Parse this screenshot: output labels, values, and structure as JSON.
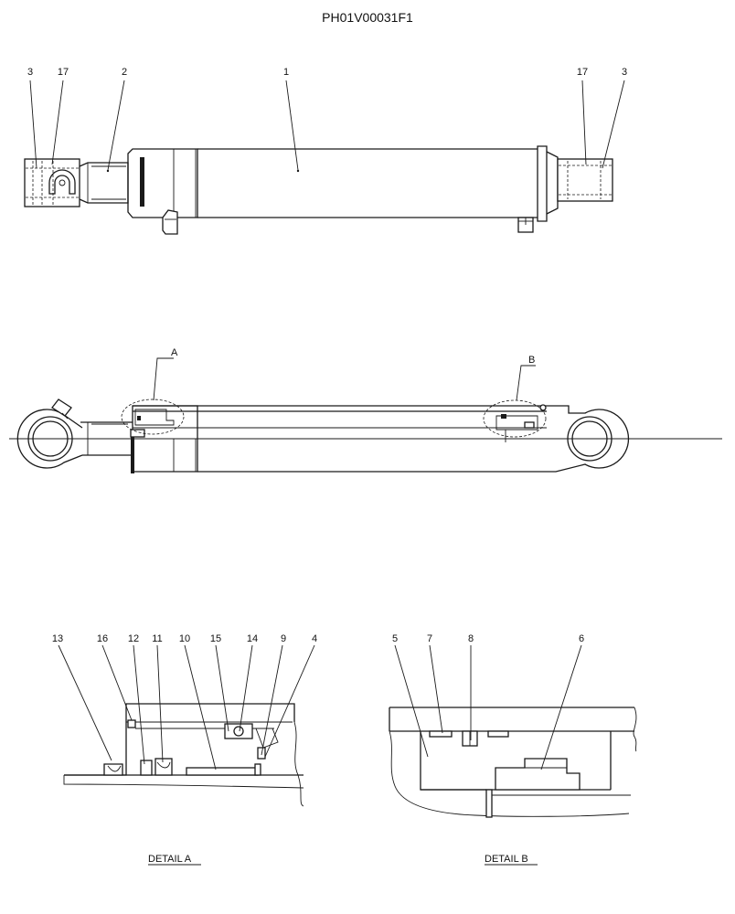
{
  "drawing": {
    "title": "PH01V00031F1",
    "top_view_callouts": {
      "c3_left": "3",
      "c17_left": "17",
      "c2": "2",
      "c1": "1",
      "c17_right": "17",
      "c3_right": "3"
    },
    "side_view_callouts": {
      "a": "A",
      "b": "B"
    },
    "detail_a": {
      "caption": "DETAIL  A",
      "callouts": {
        "c13": "13",
        "c16": "16",
        "c12": "12",
        "c11": "11",
        "c10": "10",
        "c15": "15",
        "c14": "14",
        "c9": "9",
        "c4": "4"
      }
    },
    "detail_b": {
      "caption": "DETAIL  B",
      "callouts": {
        "c5": "5",
        "c7": "7",
        "c8": "8",
        "c6": "6"
      }
    }
  }
}
